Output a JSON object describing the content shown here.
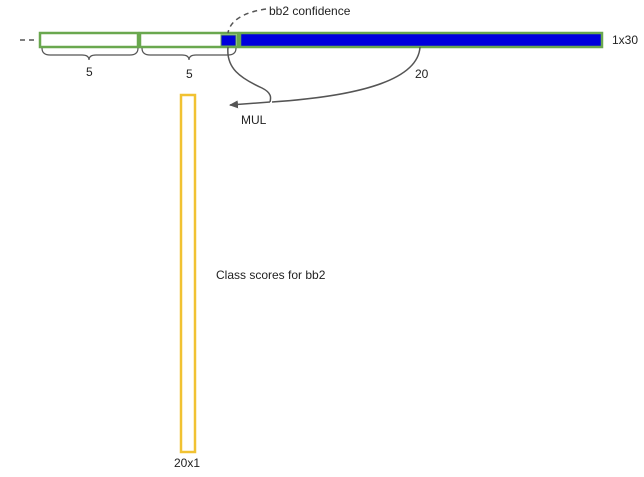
{
  "labels": {
    "bb2_confidence": "bb2 confidence",
    "vector_size": "1x30",
    "box1_count": "5",
    "box2_count": "5",
    "class_count": "20",
    "mul": "MUL",
    "class_scores": "Class scores for bb2",
    "column_size": "20x1"
  },
  "colors": {
    "box_outline": "#6aa84f",
    "class_fill": "#0000dd",
    "column_outline": "#f1c232",
    "arrow": "#555555",
    "text": "#222222"
  }
}
